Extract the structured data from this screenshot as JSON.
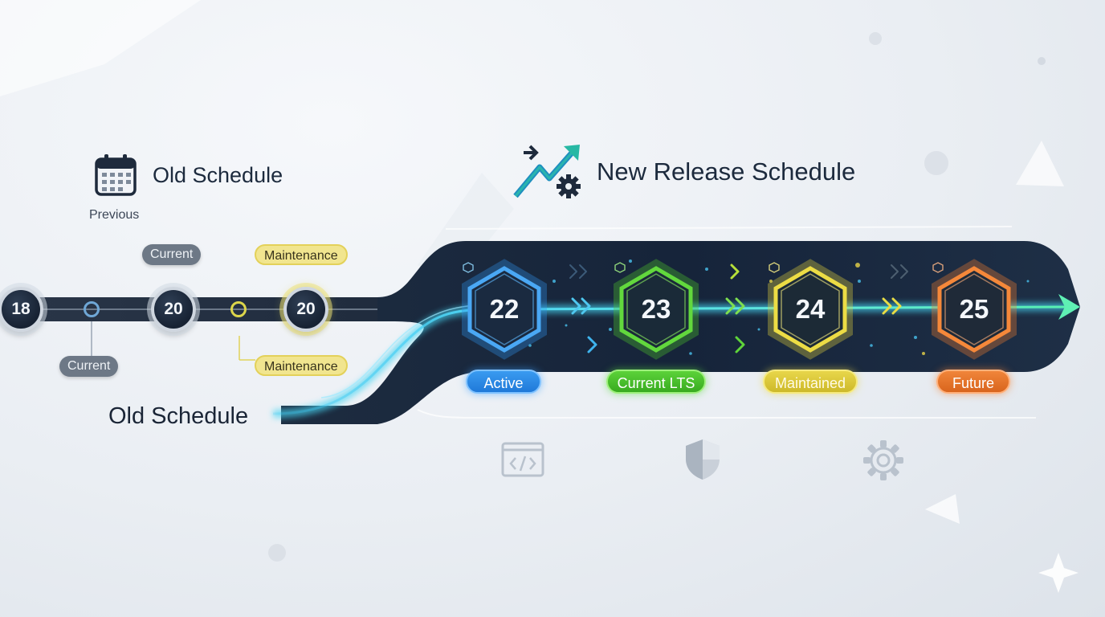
{
  "old_schedule": {
    "heading_top": "Old Schedule",
    "previous_label": "Previous",
    "heading_bottom": "Old Schedule",
    "nodes": [
      "18",
      "20",
      "20"
    ],
    "upper_labels": [
      "Current",
      "Maintenance"
    ],
    "lower_labels": [
      "Current",
      "Maintenance"
    ]
  },
  "new_schedule": {
    "heading": "New Release Schedule",
    "releases": [
      {
        "version": "22",
        "status": "Active",
        "color": "#2f8ee8"
      },
      {
        "version": "23",
        "status": "Current LTS",
        "color": "#4cc52b"
      },
      {
        "version": "24",
        "status": "Maintained",
        "color": "#e3d23c"
      },
      {
        "version": "25",
        "status": "Future",
        "color": "#ee7a2e"
      }
    ]
  },
  "icons": {
    "old_heading": "calendar-icon",
    "new_heading": "trend-arrow-gear-icon",
    "bottom_row": [
      "code-window-icon",
      "shield-icon",
      "gear-icon"
    ]
  }
}
